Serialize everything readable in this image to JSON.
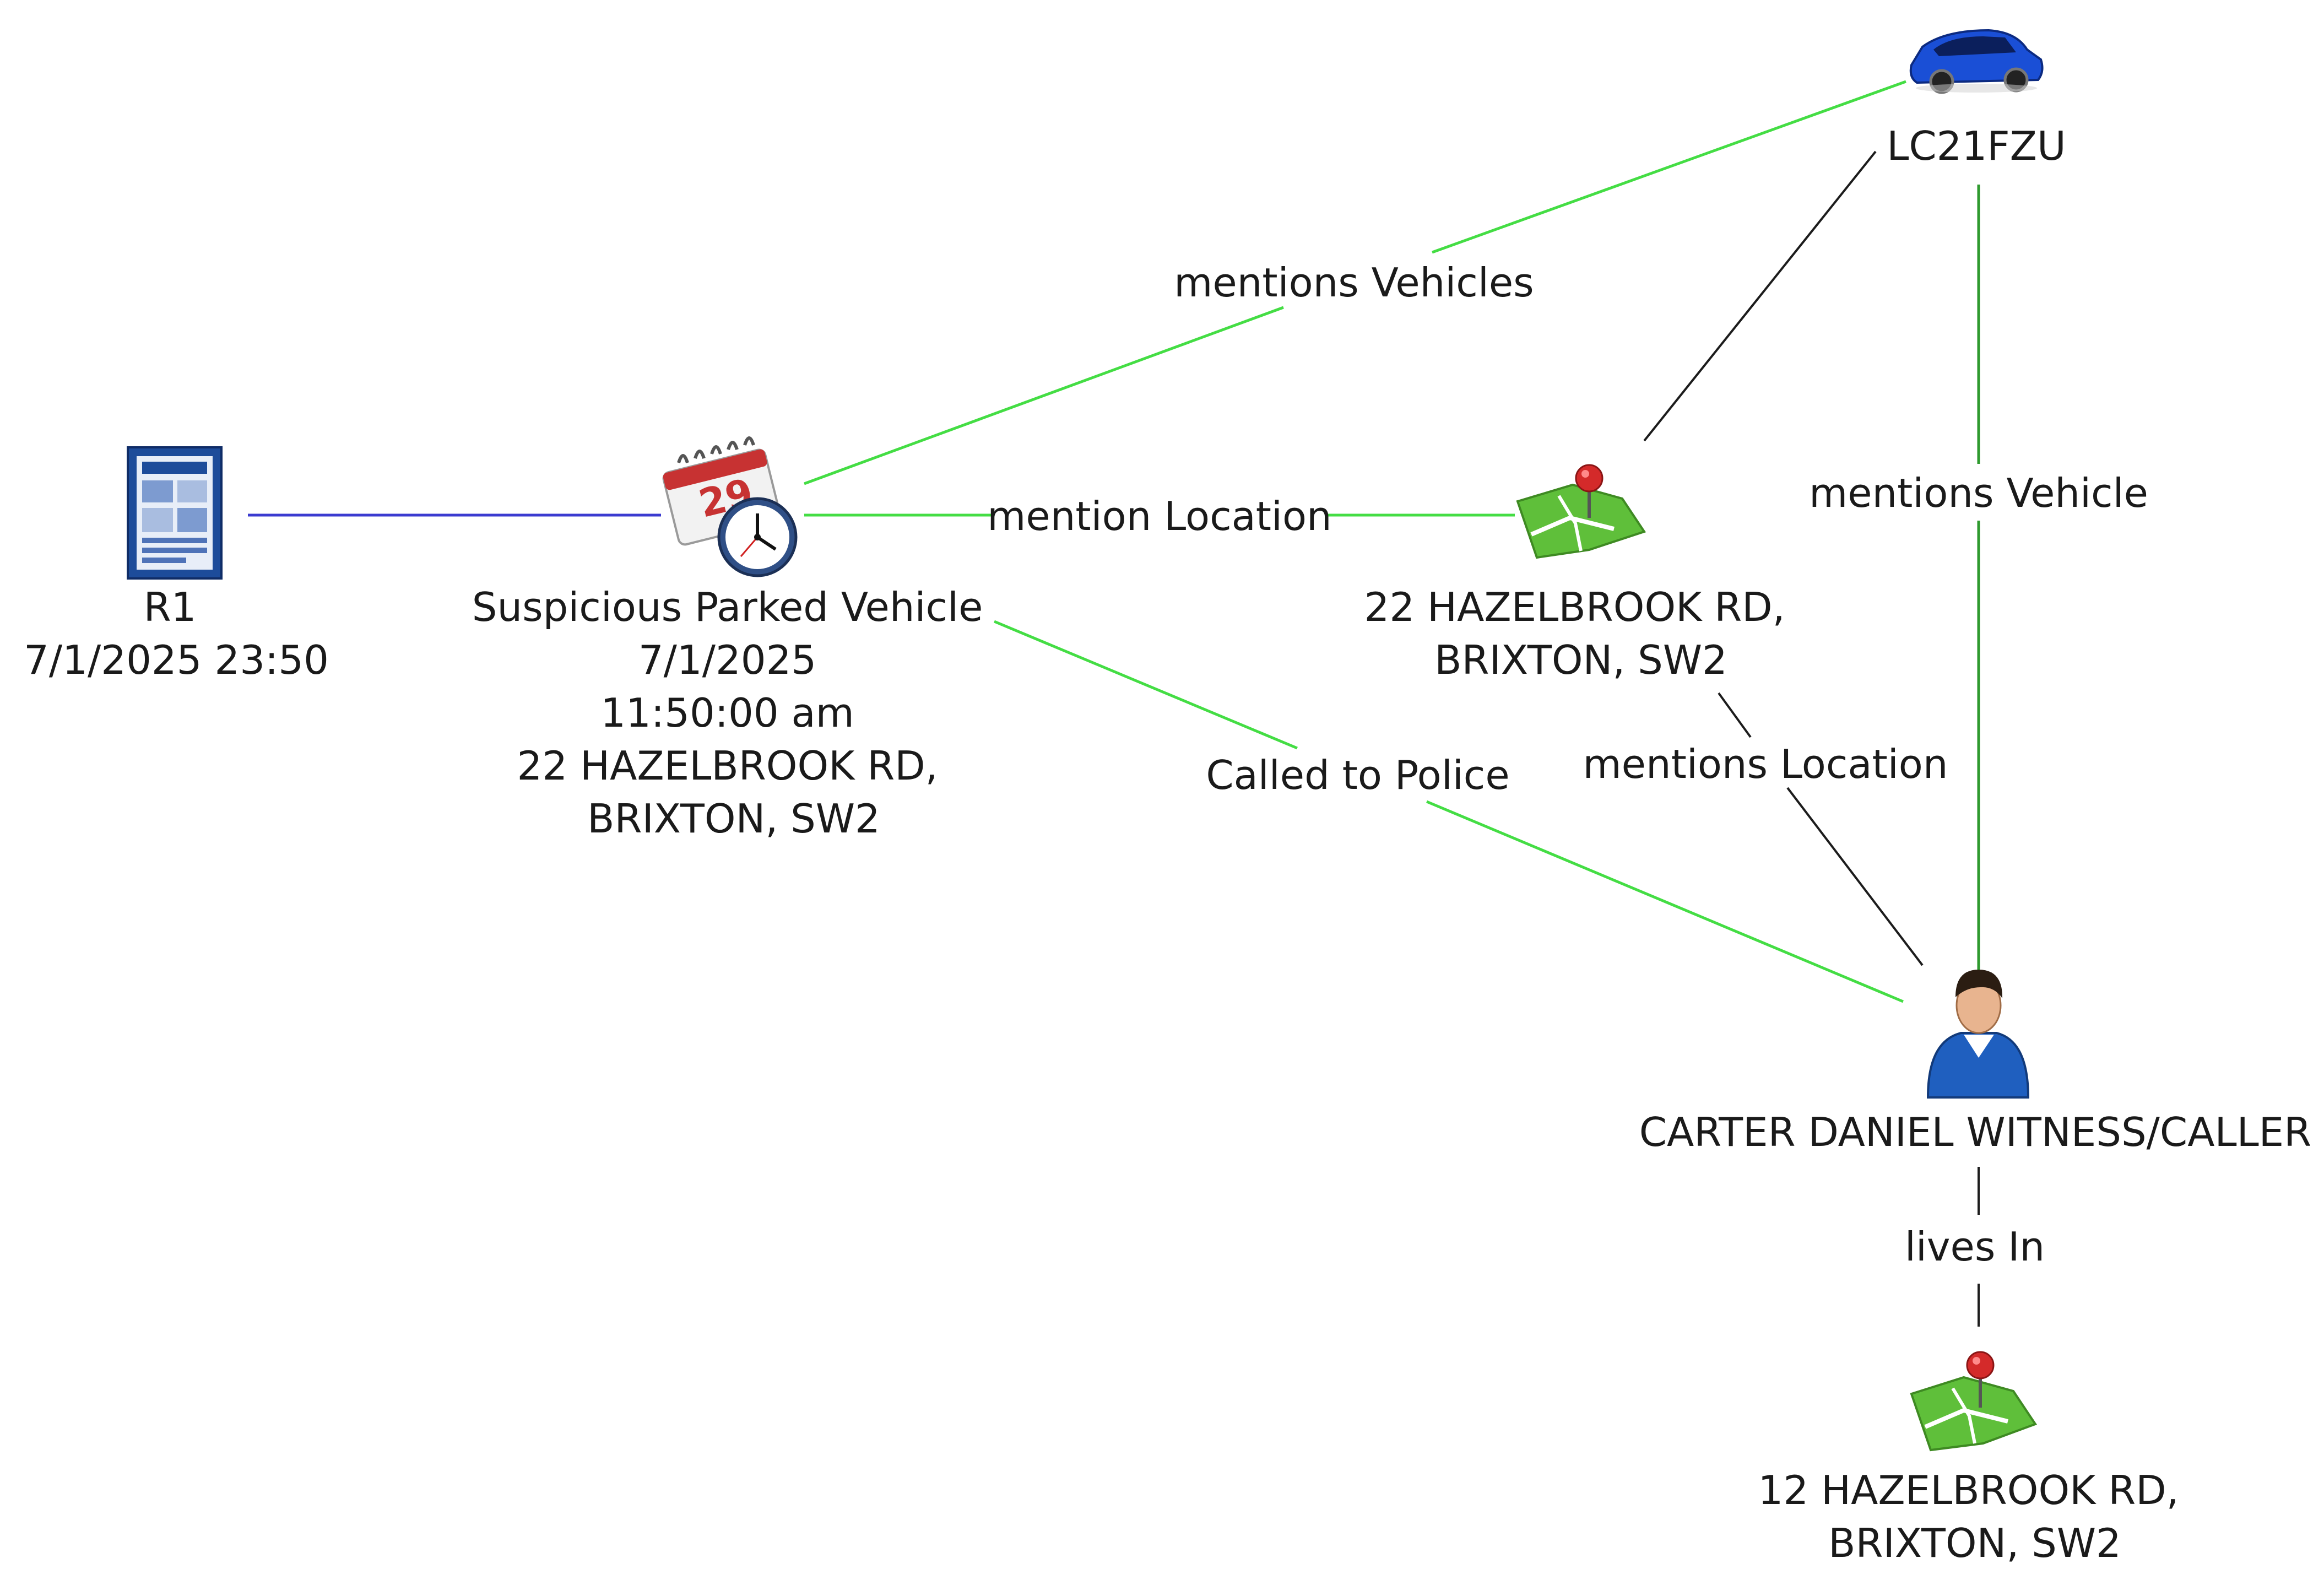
{
  "colors": {
    "green_link": "#44dd44",
    "dark_green_link": "#2e9a2e",
    "blue_link": "#3b3bd0",
    "black_link": "#1c1c1c"
  },
  "nodes": {
    "report": {
      "icon": "document-icon",
      "lines": [
        "R1",
        "7/1/2025 23:50"
      ]
    },
    "event": {
      "icon": "calendar-clock-icon",
      "lines": [
        "Suspicious Parked Vehicle",
        "7/1/2025",
        "11:50:00 am",
        "22 HAZELBROOK RD,",
        "BRIXTON, SW2"
      ]
    },
    "location1": {
      "icon": "map-pin-icon",
      "lines": [
        "22 HAZELBROOK RD,",
        "BRIXTON, SW2"
      ]
    },
    "vehicle": {
      "icon": "car-icon",
      "lines": [
        "LC21FZU"
      ]
    },
    "person": {
      "icon": "person-icon",
      "lines": [
        "CARTER DANIEL WITNESS/CALLER"
      ]
    },
    "location2": {
      "icon": "map-pin-icon",
      "lines": [
        "12 HAZELBROOK RD,",
        "BRIXTON, SW2"
      ]
    }
  },
  "edges": {
    "event_vehicle": "mentions Vehicles",
    "event_location1": "mention Location",
    "event_person": "Called to Police",
    "location1_person": "mentions Location",
    "vehicle_person": "mentions Vehicle",
    "person_location2": "lives In"
  }
}
